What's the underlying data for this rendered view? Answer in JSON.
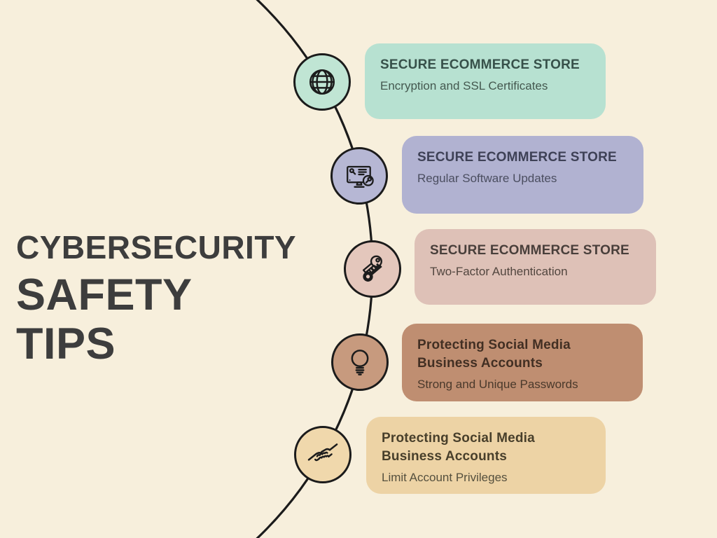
{
  "page_title": {
    "line1": "CYBERSECURITY",
    "line2": "SAFETY",
    "line3": "TIPS",
    "color": "#3d3d3d"
  },
  "canvas": {
    "background": "#f7efdc",
    "line_color": "#1b1b1b"
  },
  "cards": [
    {
      "title": "SECURE ECOMMERCE STORE",
      "subtitle": "Encryption and SSL Certificates",
      "icon": "globe-icon",
      "bg": "#b7e1d1",
      "icon_bg": "#c0e5d4",
      "title_color": "#37514a",
      "subtitle_color": "#44584f"
    },
    {
      "title": "SECURE ECOMMERCE STORE",
      "subtitle": "Regular Software Updates",
      "icon": "software-update-monitor-icon",
      "bg": "#b1b2d1",
      "icon_bg": "#b6b7d4",
      "title_color": "#3e4156",
      "subtitle_color": "#4b4e60"
    },
    {
      "title": "SECURE ECOMMERCE STORE",
      "subtitle": "Two-Factor Authentication",
      "icon": "keys-icon",
      "bg": "#dec1b7",
      "icon_bg": "#e4c7bc",
      "title_color": "#493f3b",
      "subtitle_color": "#52463f"
    },
    {
      "title": "Protecting Social Media Business Accounts",
      "subtitle": "Strong and Unique Passwords",
      "icon": "lightbulb-icon",
      "bg": "#bf8e71",
      "icon_bg": "#c79a7e",
      "title_color": "#422f23",
      "subtitle_color": "#4a392b"
    },
    {
      "title": "Protecting Social Media Business Accounts",
      "subtitle": "Limit Account Privileges",
      "icon": "handshake-icon",
      "bg": "#edd3a5",
      "icon_bg": "#f0d8ac",
      "title_color": "#483f2b",
      "subtitle_color": "#55503e"
    }
  ]
}
